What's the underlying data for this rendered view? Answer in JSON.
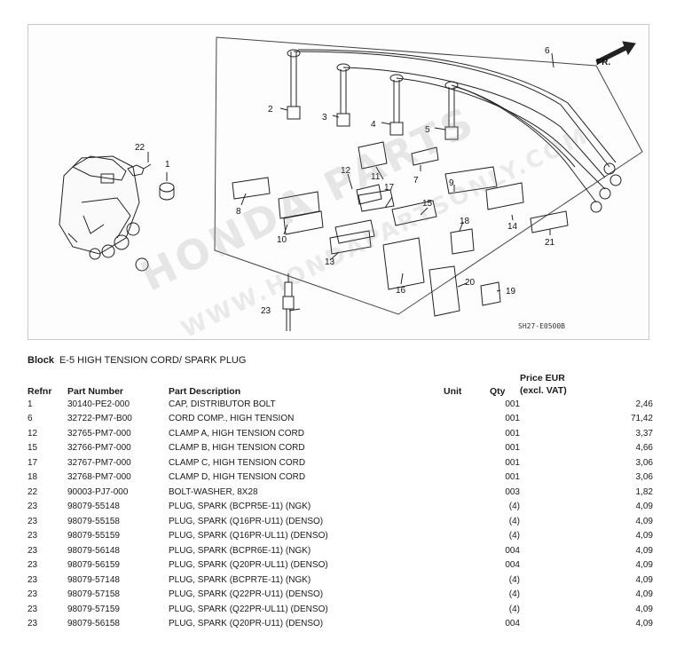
{
  "diagram": {
    "callouts": [
      "1",
      "2",
      "3",
      "4",
      "5",
      "6",
      "7",
      "8",
      "10",
      "11",
      "12",
      "13",
      "14",
      "15",
      "16",
      "17",
      "18",
      "19",
      "20",
      "21",
      "22",
      "23",
      "9"
    ],
    "direction_label": "FR.",
    "drawing_code": "SH27-E0500B"
  },
  "watermark": {
    "line1": "HONDA PARTS",
    "line2": "WWW.HONDAPARTSONLY.COM"
  },
  "block": {
    "label": "Block",
    "title": "E-5 HIGH TENSION CORD/ SPARK PLUG"
  },
  "table": {
    "headers": {
      "refnr": "Refnr",
      "part_number": "Part Number",
      "description": "Part Description",
      "unit": "Unit",
      "qty": "Qty",
      "price_line1": "Price EUR",
      "price_line2": "(excl. VAT)"
    },
    "rows": [
      {
        "refnr": "1",
        "part_number": "30140-PE2-000",
        "description": "CAP, DISTRIBUTOR BOLT",
        "qty": "001",
        "price": "2,46"
      },
      {
        "refnr": "6",
        "part_number": "32722-PM7-B00",
        "description": "CORD COMP., HIGH TENSION",
        "qty": "001",
        "price": "71,42"
      },
      {
        "refnr": "12",
        "part_number": "32765-PM7-000",
        "description": "CLAMP A, HIGH TENSION CORD",
        "qty": "001",
        "price": "3,37"
      },
      {
        "refnr": "15",
        "part_number": "32766-PM7-000",
        "description": "CLAMP B, HIGH TENSION CORD",
        "qty": "001",
        "price": "4,66"
      },
      {
        "refnr": "17",
        "part_number": "32767-PM7-000",
        "description": "CLAMP C, HIGH TENSION CORD",
        "qty": "001",
        "price": "3,06"
      },
      {
        "refnr": "18",
        "part_number": "32768-PM7-000",
        "description": "CLAMP D, HIGH TENSION CORD",
        "qty": "001",
        "price": "3,06"
      },
      {
        "refnr": "22",
        "part_number": "90003-PJ7-000",
        "description": "BOLT-WASHER, 8X28",
        "qty": "003",
        "price": "1,82"
      },
      {
        "refnr": "23",
        "part_number": "98079-55148",
        "description": "PLUG, SPARK (BCPR5E-11) (NGK)",
        "qty": "(4)",
        "price": "4,09"
      },
      {
        "refnr": "23",
        "part_number": "98079-55158",
        "description": "PLUG, SPARK (Q16PR-U11) (DENSO)",
        "qty": "(4)",
        "price": "4,09"
      },
      {
        "refnr": "23",
        "part_number": "98079-55159",
        "description": "PLUG, SPARK (Q16PR-UL11) (DENSO)",
        "qty": "(4)",
        "price": "4,09"
      },
      {
        "refnr": "23",
        "part_number": "98079-56148",
        "description": "PLUG, SPARK (BCPR6E-11) (NGK)",
        "qty": "004",
        "price": "4,09"
      },
      {
        "refnr": "23",
        "part_number": "98079-56159",
        "description": "PLUG, SPARK (Q20PR-UL11) (DENSO)",
        "qty": "004",
        "price": "4,09"
      },
      {
        "refnr": "23",
        "part_number": "98079-57148",
        "description": "PLUG, SPARK (BCPR7E-11) (NGK)",
        "qty": "(4)",
        "price": "4,09"
      },
      {
        "refnr": "23",
        "part_number": "98079-57158",
        "description": "PLUG, SPARK (Q22PR-U11) (DENSO)",
        "qty": "(4)",
        "price": "4,09"
      },
      {
        "refnr": "23",
        "part_number": "98079-57159",
        "description": "PLUG, SPARK (Q22PR-UL11) (DENSO)",
        "qty": "(4)",
        "price": "4,09"
      },
      {
        "refnr": "23",
        "part_number": "98079-56158",
        "description": "PLUG, SPARK (Q20PR-U11) (DENSO)",
        "qty": "004",
        "price": "4,09"
      }
    ]
  }
}
